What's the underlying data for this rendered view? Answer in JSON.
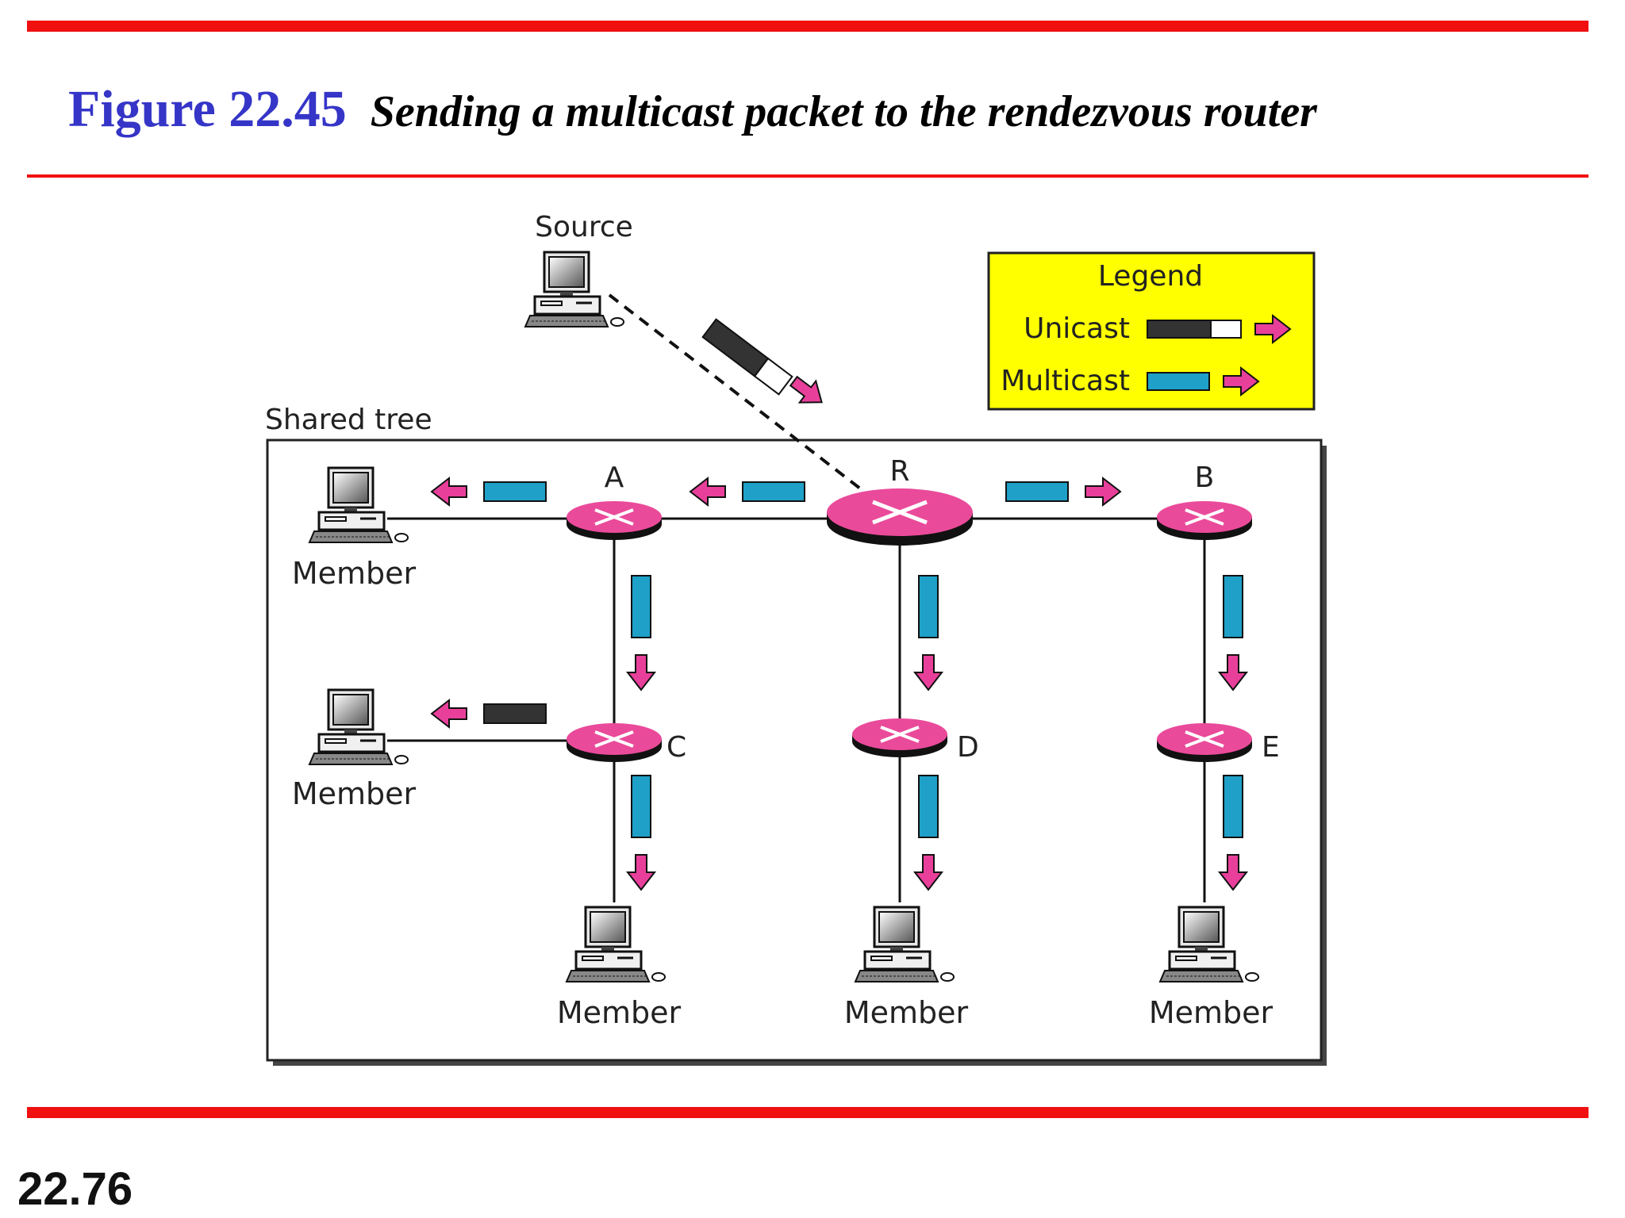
{
  "slide": {
    "figure_number": "Figure 22.45",
    "caption": "Sending a multicast packet to the rendezvous router",
    "slide_number": "22.76"
  },
  "diagram": {
    "source_label": "Source",
    "shared_tree_label": "Shared tree",
    "legend": {
      "title": "Legend",
      "unicast_label": "Unicast",
      "multicast_label": "Multicast"
    },
    "routers": {
      "a": "A",
      "r": "R",
      "b": "B",
      "c": "C",
      "d": "D",
      "e": "E"
    },
    "members": [
      "Member",
      "Member",
      "Member",
      "Member",
      "Member"
    ]
  },
  "colors": {
    "accent_rule": "#f01010",
    "figure_number": "#3535c8",
    "router": "#ea4a9a",
    "arrow": "#e8409a",
    "multicast_packet": "#1ea0c8",
    "unicast_packet": "#333333",
    "legend_bg": "#ffff00"
  }
}
